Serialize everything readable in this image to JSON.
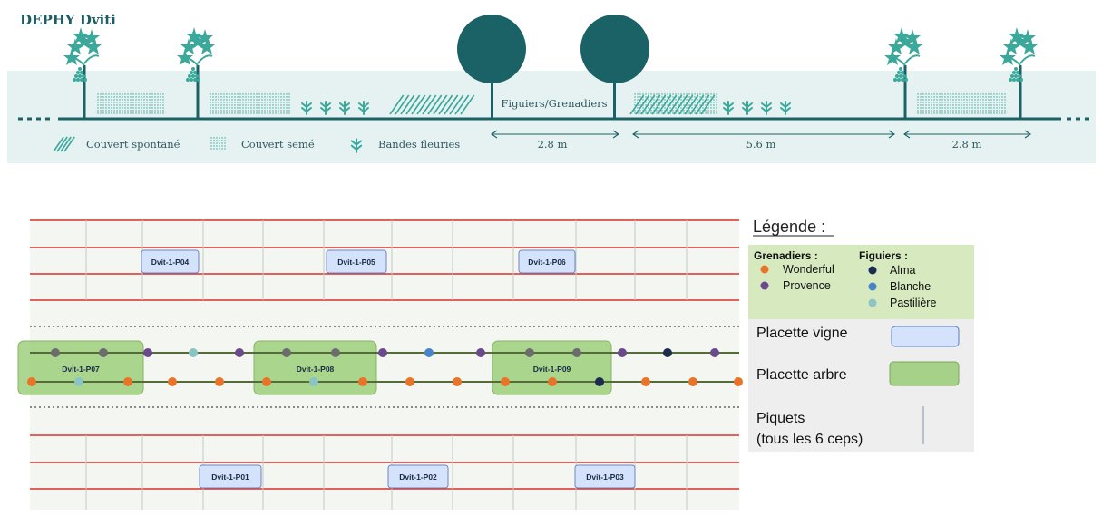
{
  "header": {
    "title": "DEPHY Dviti"
  },
  "section": {
    "center_label": "Figuiers/Grenadiers",
    "legend": {
      "spontane": "Couvert spontané",
      "seme": "Couvert semé",
      "fleuries": "Bandes fleuries"
    },
    "dimensions": [
      "2.8 m",
      "5.6 m",
      "2.8 m"
    ]
  },
  "plan": {
    "top_plots": [
      "Dvit-1-P04",
      "Dvit-1-P05",
      "Dvit-1-P06"
    ],
    "bottom_plots": [
      "Dvit-1-P01",
      "Dvit-1-P02",
      "Dvit-1-P03"
    ],
    "tree_plots": [
      "Dvit-1-P07",
      "Dvit-1-P08",
      "Dvit-1-P09"
    ],
    "tree_row_upper": [
      "figuier-gris",
      "figuier-gris",
      "provence",
      "pastiliere",
      "provence",
      "figuier-gris",
      "figuier-gris",
      "provence",
      "blanche",
      "provence",
      "figuier-gris",
      "figuier-gris",
      "provence",
      "alma",
      "provence"
    ],
    "tree_row_lower": [
      "wonderful",
      "pastiliere",
      "wonderful",
      "wonderful",
      "wonderful",
      "wonderful",
      "pastiliere",
      "wonderful",
      "wonderful",
      "wonderful",
      "wonderful",
      "wonderful",
      "alma",
      "wonderful",
      "wonderful",
      "wonderful"
    ]
  },
  "legend": {
    "title": "Légende :",
    "grenadiers_title": "Grenadiers :",
    "figuiers_title": "Figuiers :",
    "grenadiers": [
      {
        "name": "Wonderful",
        "color": "#e8742a"
      },
      {
        "name": "Provence",
        "color": "#6b4a8c"
      }
    ],
    "figuiers": [
      {
        "name": "Alma",
        "color": "#1c2c4e"
      },
      {
        "name": "Blanche",
        "color": "#4a84c8"
      },
      {
        "name": "Pastilière",
        "color": "#8cc4c4"
      }
    ],
    "placette_vigne": "Placette vigne",
    "placette_arbre": "Placette arbre",
    "piquets_line1": "Piquets",
    "piquets_line2": "(tous les 6 ceps)"
  },
  "colors": {
    "teal_dark": "#1a6266",
    "teal_light": "#e6f2f2",
    "vine_green": "#3aa89a",
    "red_line": "#d8302a",
    "grid": "#c2cbc2",
    "plan_bg": "#f4f6f1",
    "tree_band": "#8ec766",
    "vigne_box": "#d4e2fb",
    "legend_bg": "#eeeeee",
    "legend_green": "#d6e9bf",
    "figuier_gris": "#6c6c6c"
  }
}
